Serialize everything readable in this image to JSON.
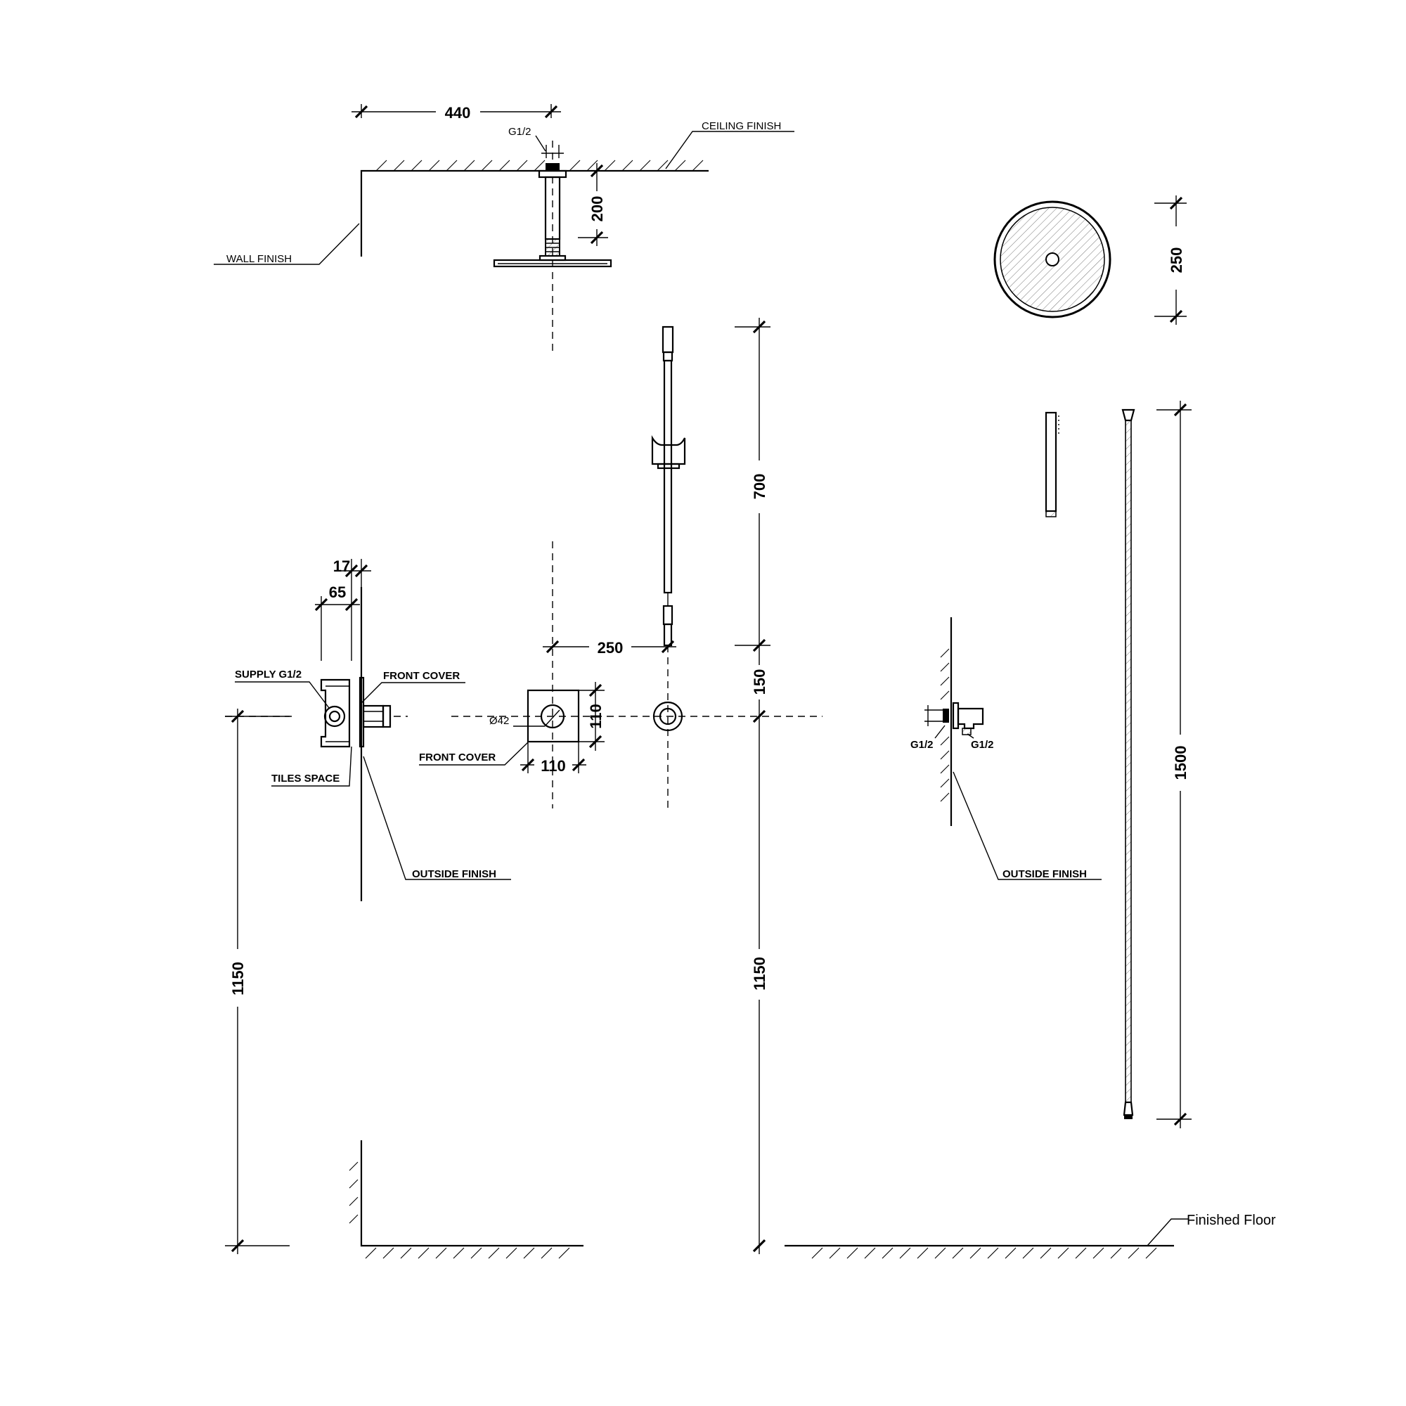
{
  "dimensions": {
    "head_arm_length": "440",
    "ceiling_drop": "200",
    "head_diameter": "250",
    "rail_length": "700",
    "rail_to_outlet": "150",
    "outlet_height_right": "1150",
    "valve_height_left": "1150",
    "hose_length": "1500",
    "valve_to_outlet": "250",
    "cover_height": "110",
    "cover_width": "110",
    "valve_depth": "65",
    "cover_depth": "17",
    "knob_diameter": "Ø42"
  },
  "labels": {
    "ceiling_finish": "CEILING FINISH",
    "wall_finish": "WALL FINISH",
    "g12_ceiling": "G1/2",
    "supply": "SUPPLY G1/2",
    "front_cover_side": "FRONT COVER",
    "front_cover_front": "FRONT COVER",
    "tiles_space": "TILES SPACE",
    "outside_finish_left": "OUTSIDE FINISH",
    "outside_finish_right": "OUTSIDE FINISH",
    "g12_elbow_left": "G1/2",
    "g12_elbow_right": "G1/2",
    "finished_floor": "Finished Floor"
  }
}
